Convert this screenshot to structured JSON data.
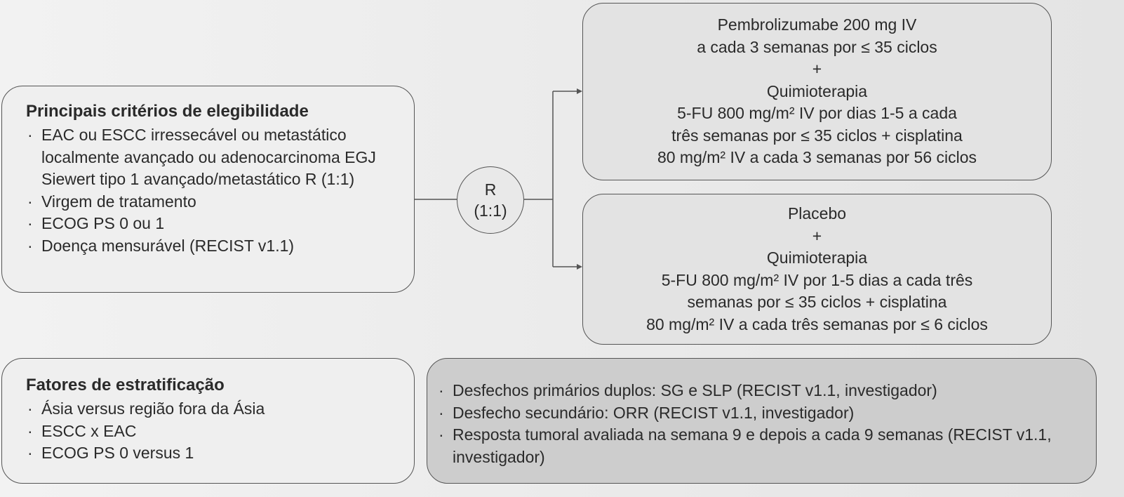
{
  "eligibility": {
    "title": "Principais critérios de elegibilidade",
    "items": [
      "EAC ou ESCC irressecável ou metastático localmente avançado ou adenocarcinoma EGJ Siewert tipo 1 avançado/metastático R (1:1)",
      "Virgem de tratamento",
      "ECOG PS 0 ou 1",
      "Doença mensurável (RECIST v1.1)"
    ]
  },
  "randomization": {
    "label": "R",
    "ratio": "(1:1)"
  },
  "arm_pembro": {
    "lines": [
      "Pembrolizumabe 200 mg IV",
      "a cada 3 semanas por ≤ 35 ciclos",
      "+",
      "Quimioterapia",
      "5-FU 800 mg/m² IV por dias 1-5 a cada",
      "três semanas por ≤ 35 ciclos + cisplatina",
      "80 mg/m² IV a cada 3 semanas por 56 ciclos"
    ]
  },
  "arm_placebo": {
    "lines": [
      "Placebo",
      "+",
      "Quimioterapia",
      "5-FU 800 mg/m² IV por 1-5 dias a cada três",
      "semanas por ≤ 35 ciclos + cisplatina",
      "80 mg/m² IV a cada três semanas por ≤ 6 ciclos"
    ]
  },
  "stratification": {
    "title": "Fatores de estratificação",
    "items": [
      "Ásia versus região fora da Ásia",
      "ESCC x EAC",
      "ECOG PS 0 versus 1"
    ]
  },
  "endpoints": {
    "items": [
      "Desfechos primários duplos: SG e SLP (RECIST v1.1, investigador)",
      "Desfecho secundário: ORR (RECIST v1.1, investigador)",
      "Resposta tumoral avaliada na semana 9 e depois a cada 9 semanas (RECIST v1.1, investigador)"
    ]
  }
}
